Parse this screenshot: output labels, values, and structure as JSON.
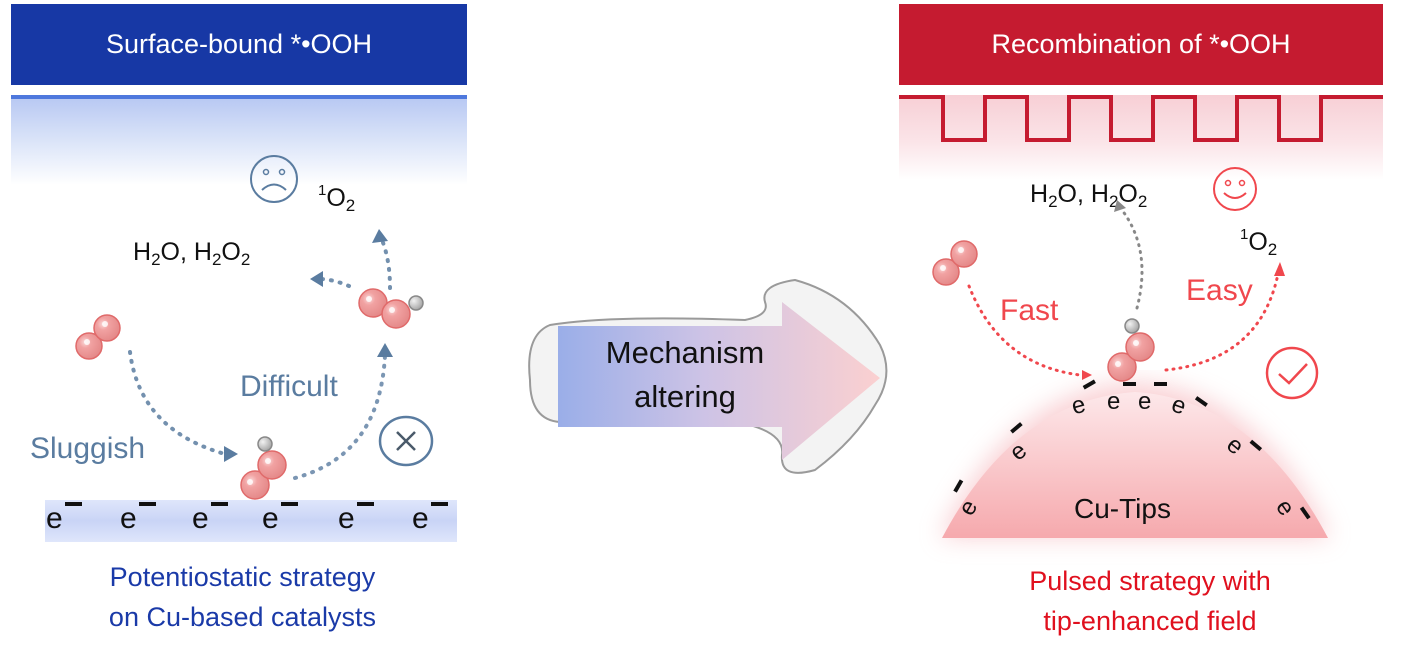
{
  "left_panel": {
    "header": "Surface-bound *•OOH",
    "products": {
      "singlet_oxygen": {
        "sup": "1",
        "base": "O",
        "sub": "2"
      },
      "water_peroxide": [
        {
          "base": "H",
          "sub": "2",
          "tail": "O, "
        },
        {
          "base": "H",
          "sub": "2",
          "tail": "O",
          "sub2": "2"
        }
      ]
    },
    "label_sluggish": "Sluggish",
    "label_difficult": "Difficult",
    "electrons": [
      "e",
      "e",
      "e",
      "e",
      "e",
      "e"
    ],
    "caption_line1": "Potentiostatic strategy",
    "caption_line2": "on Cu-based catalysts",
    "icons": [
      "sad-face-icon",
      "cross-circle-icon"
    ],
    "accent_color": "#1738a5"
  },
  "center": {
    "arrow_line1": "Mechanism",
    "arrow_line2": "altering"
  },
  "right_panel": {
    "header": "Recombination of *•OOH",
    "label_fast": "Fast",
    "label_easy": "Easy",
    "tip_label": "Cu-Tips",
    "tip_electrons": [
      "e",
      "e",
      "e",
      "e",
      "e",
      "e",
      "e",
      "e"
    ],
    "caption_line1": "Pulsed strategy with",
    "caption_line2": "tip-enhanced field",
    "icons": [
      "happy-face-icon",
      "check-circle-icon"
    ],
    "accent_color": "#c51b30"
  }
}
